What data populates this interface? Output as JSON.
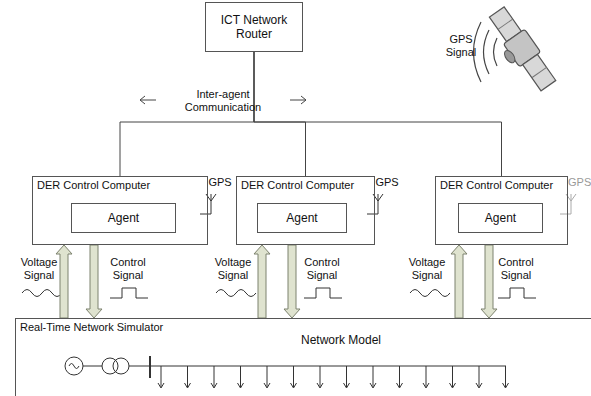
{
  "diagram": {
    "nodes": [
      {
        "text": [
          "ICT Network Router"
        ]
      },
      {
        "text": [
          "DER Control Computer"
        ]
      },
      {
        "text": [
          "Agent"
        ],
        "in": 1
      },
      {
        "text": [
          "DER Control Computer"
        ]
      },
      {
        "text": [
          "Agent"
        ],
        "in": 3
      },
      {
        "text": [
          "DER Control Computer"
        ]
      },
      {
        "text": [
          "Agent"
        ],
        "in": 5
      },
      {
        "text": [
          "Real-Time Network Simulator"
        ]
      }
    ],
    "edges": [
      {
        "from": 0,
        "to": 1,
        "arrow": "none"
      },
      {
        "from": 0,
        "to": 3,
        "arrow": "none"
      },
      {
        "from": 0,
        "to": 5,
        "arrow": "none"
      },
      {
        "from": 7,
        "to": 1,
        "arrow": "to"
      },
      {
        "from": 1,
        "to": 7,
        "arrow": "to"
      },
      {
        "from": 7,
        "to": 3,
        "arrow": "to"
      },
      {
        "from": 3,
        "to": 7,
        "arrow": "to"
      },
      {
        "from": 7,
        "to": 5,
        "arrow": "to"
      },
      {
        "from": 5,
        "to": 7,
        "arrow": "to"
      }
    ],
    "labels": [
      "Inter-agent Communication",
      "GPS Signal",
      "GPS",
      "GPS",
      "GPS",
      "Voltage Signal",
      "Control Signal",
      "Voltage Signal",
      "Control Signal",
      "Voltage Signal",
      "Control Signal",
      "Network Model"
    ]
  }
}
